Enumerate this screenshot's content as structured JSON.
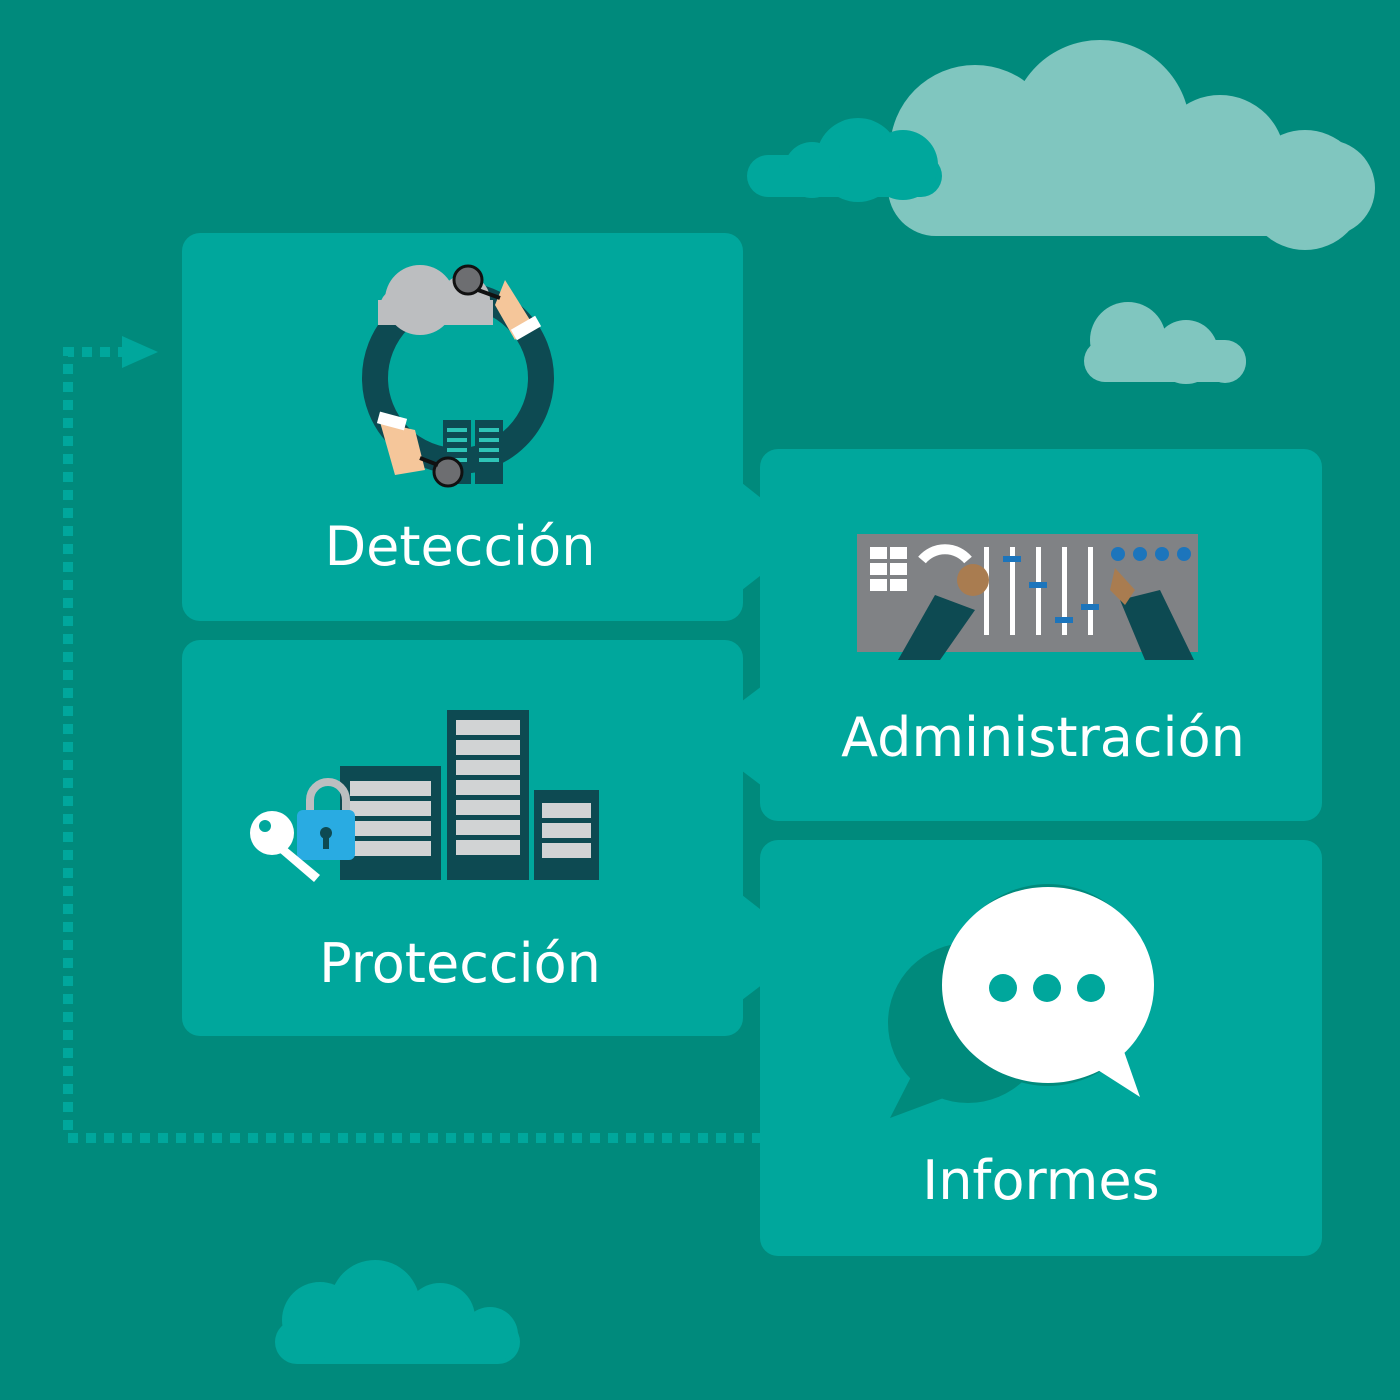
{
  "colors": {
    "background": "#008a7c",
    "card": "#00a79c",
    "cloud_light": "#80c6bf",
    "cloud_teal": "#00a79c",
    "dotted_line": "#00a79c",
    "text": "#ffffff"
  },
  "steps": {
    "detection": {
      "label": "Detección",
      "icon": "cloud-magnifier-cycle-icon"
    },
    "management": {
      "label": "Administración",
      "icon": "control-panel-sliders-icon"
    },
    "protection": {
      "label": "Protección",
      "icon": "servers-lock-key-icon"
    },
    "reports": {
      "label": "Informes",
      "icon": "speech-bubbles-icon"
    }
  }
}
